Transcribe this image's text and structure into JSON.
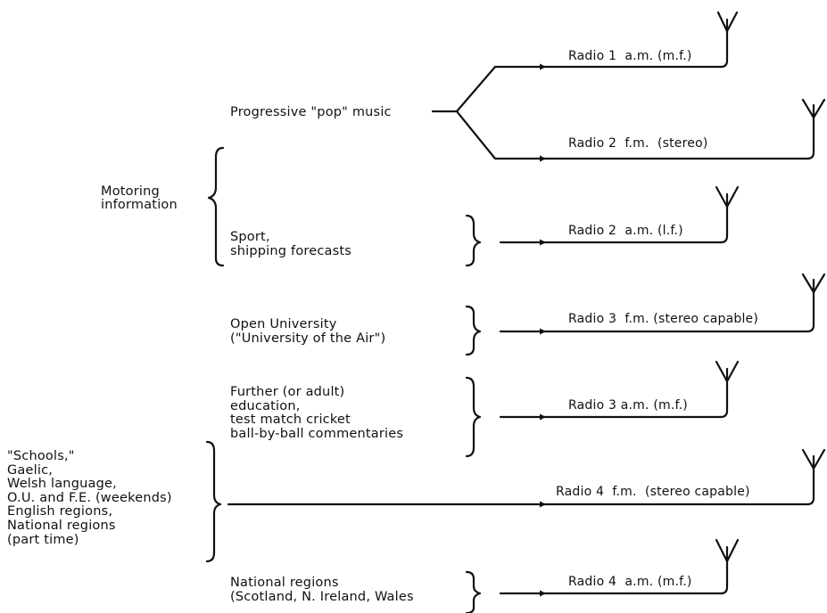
{
  "sources": {
    "pop": "Progressive \"pop\" music",
    "motoring": "Motoring\ninformation",
    "sport": "Sport,\nshipping forecasts",
    "ou": "Open University\n(\"University of the Air\")",
    "further": "Further (or adult)\neducation,\ntest match cricket\nball-by-ball commentaries",
    "schools": "\"Schools,\"\nGaelic,\nWelsh language,\nO.U. and F.E. (weekends)\nEnglish regions,\nNational regions\n(part time)",
    "national": "National regions\n(Scotland, N. Ireland, Wales"
  },
  "outputs": {
    "r1am": "Radio 1  a.m. (m.f.)",
    "r2fm": "Radio 2  f.m.  (stereo)",
    "r2am": "Radio 2  a.m. (l.f.)",
    "r3fm": "Radio 3  f.m. (stereo capable)",
    "r3am": "Radio 3 a.m. (m.f.)",
    "r4fm": "Radio 4  f.m.  (stereo capable)",
    "r4am": "Radio 4  a.m. (m.f.)"
  }
}
